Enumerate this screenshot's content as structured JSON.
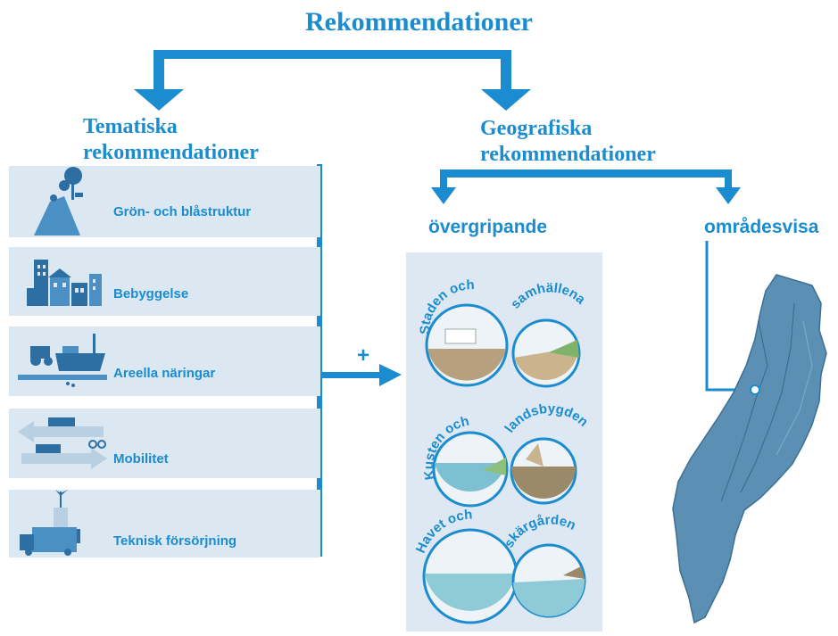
{
  "title": "Rekommendationer",
  "thematic": {
    "title_line1": "Tematiska",
    "title_line2": "rekommendationer",
    "items": [
      {
        "label": "Grön- och blåstruktur",
        "icon": "hill-tree-icon"
      },
      {
        "label": "Bebyggelse",
        "icon": "buildings-icon"
      },
      {
        "label": "Areella näringar",
        "icon": "tractor-boat-icon"
      },
      {
        "label": "Mobilitet",
        "icon": "transport-arrows-icon"
      },
      {
        "label": "Teknisk försörjning",
        "icon": "utility-truck-icon"
      }
    ]
  },
  "plus_sign": "+",
  "geographic": {
    "title_line1": "Geografiska",
    "title_line2": "rekommendationer",
    "overarching_label": "övergripande",
    "area_label": "områdesvisa",
    "circle_groups": [
      {
        "left": "Staden och",
        "right": "samhällena"
      },
      {
        "left": "Kusten och",
        "right": "landsbygden"
      },
      {
        "left": "Havet och",
        "right": "skärgården"
      }
    ]
  },
  "colors": {
    "accent": "#1a8ccf",
    "panel": "#dbe7f1",
    "map": "#5b8fb3"
  }
}
